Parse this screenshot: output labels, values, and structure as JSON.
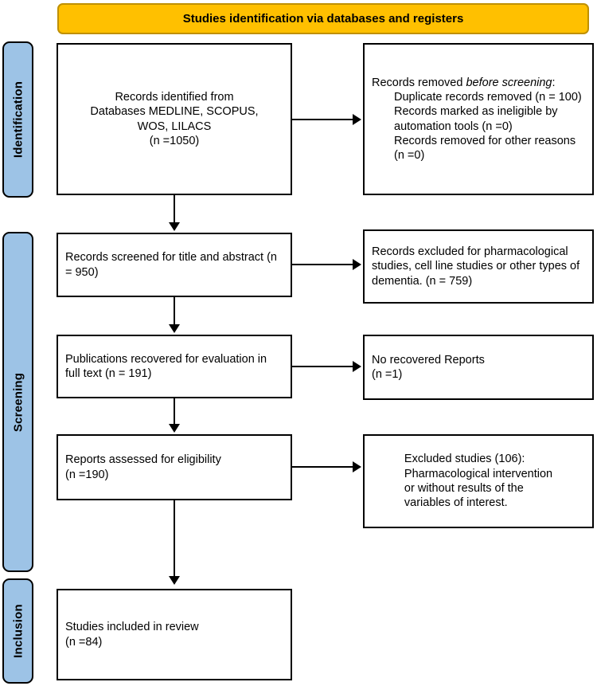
{
  "banner": {
    "title": "Studies identification via databases and registers"
  },
  "stages": [
    {
      "id": "identification",
      "label": "Identification"
    },
    {
      "id": "screening",
      "label": "Screening"
    },
    {
      "id": "inclusion",
      "label": "Inclusion"
    }
  ],
  "boxes": {
    "identified": {
      "line1": "Records identified from",
      "line2": "Databases MEDLINE, SCOPUS,",
      "line3": "WOS, LILACS",
      "line4": "(n =1050)"
    },
    "removed_before_screening": {
      "heading_a": "Records removed ",
      "heading_em": "before screening",
      "heading_b": ":",
      "item1": "Duplicate records removed (n = 100)",
      "item2": "Records marked as ineligible by automation tools (n =0)",
      "item3": "Records removed for other reasons (n =0)"
    },
    "screened": {
      "text": "Records screened for title and abstract (n = 950)"
    },
    "excluded_screening": {
      "text": "Records excluded for pharmacological studies, cell line studies or other types of dementia. (n = 759)"
    },
    "recovered": {
      "text": "Publications recovered for evaluation in full text (n = 191)"
    },
    "not_recovered": {
      "line1": "No recovered Reports",
      "line2": "(n =1)"
    },
    "eligibility": {
      "line1": "Reports assessed for eligibility",
      "line2": "(n =190)"
    },
    "excluded_eligibility": {
      "line1": "Excluded studies (106):",
      "line2": "Pharmacological intervention",
      "line3": "or without results of the",
      "line4": "variables of interest."
    },
    "included": {
      "line1": "Studies included in review",
      "line2": "(n =84)"
    }
  },
  "colors": {
    "stage_fill": "#9DC3E6",
    "banner_fill": "#FFC000",
    "banner_border": "#BF9000",
    "box_border": "#000000",
    "box_fill": "#FFFFFF",
    "text": "#000000"
  }
}
